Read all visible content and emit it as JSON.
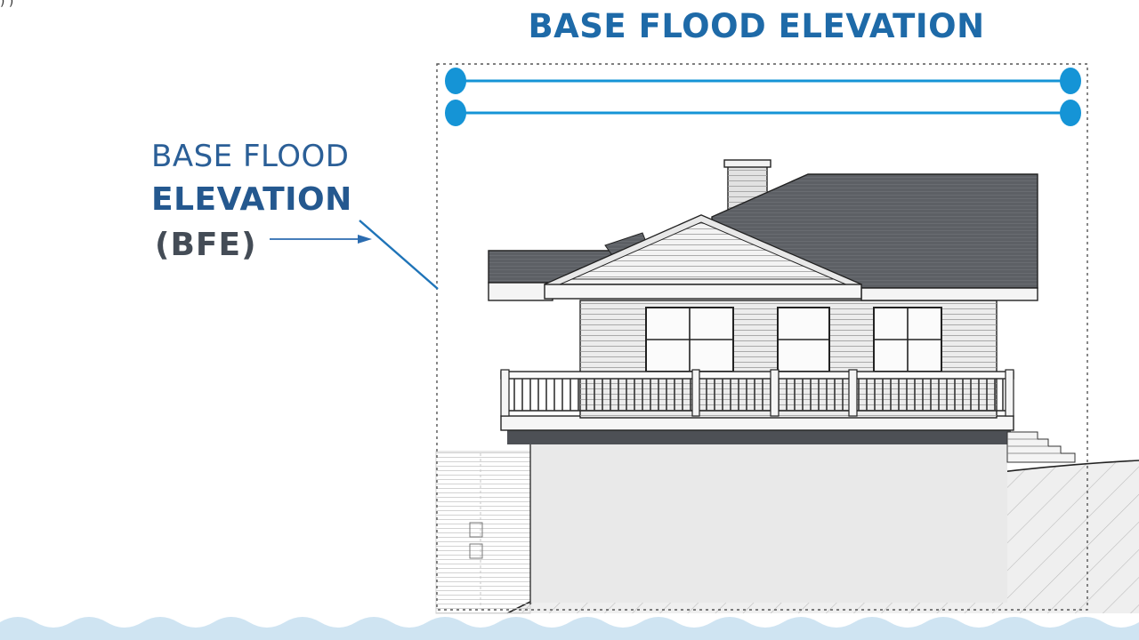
{
  "title": "BASE FLOOD ELEVATION",
  "label": {
    "line1": "BASE FLOOD",
    "line2": "ELEVATION",
    "line3": "(BFE)"
  },
  "colors": {
    "accent_blue": "#1594d6",
    "title_blue": "#1e6aa8",
    "roof": "#5a5d62",
    "water": "#cfe4f2"
  }
}
